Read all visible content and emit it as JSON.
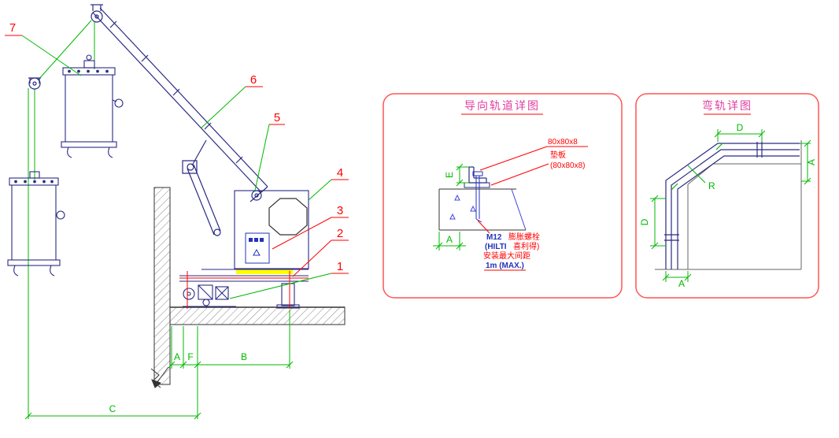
{
  "drawing": {
    "main": {
      "callouts": {
        "c1": "1",
        "c2": "2",
        "c3": "3",
        "c4": "4",
        "c5": "5",
        "c6": "6",
        "c7": "7"
      },
      "dims": {
        "a": "A",
        "f": "F",
        "b": "B",
        "c": "C"
      }
    },
    "guide_rail": {
      "title": "导向轨道详图",
      "angle_size": "80x80x8",
      "pad_label": "垫板",
      "pad_size": "(80x80x8)",
      "bolt_model": "M12",
      "bolt_name": "膨胀螺栓",
      "brand_left": "(HILTI",
      "brand_right": "喜利得)",
      "spacing_note": "安装最大间距",
      "spacing_value": "1m (MAX.)",
      "dim_e": "E",
      "dim_a": "A"
    },
    "bend_rail": {
      "title": "弯轨详图",
      "dim_d_top": "D",
      "dim_a_right": "A",
      "dim_d_left": "D",
      "dim_a_bottom": "A",
      "radius": "R"
    },
    "colors": {
      "dimension_green": "#00b800",
      "annotation_red": "#ff0000",
      "title_magenta": "#e040a0",
      "machinery_navy": "#2a2a85",
      "highlight_yellow": "#ffff00"
    }
  }
}
